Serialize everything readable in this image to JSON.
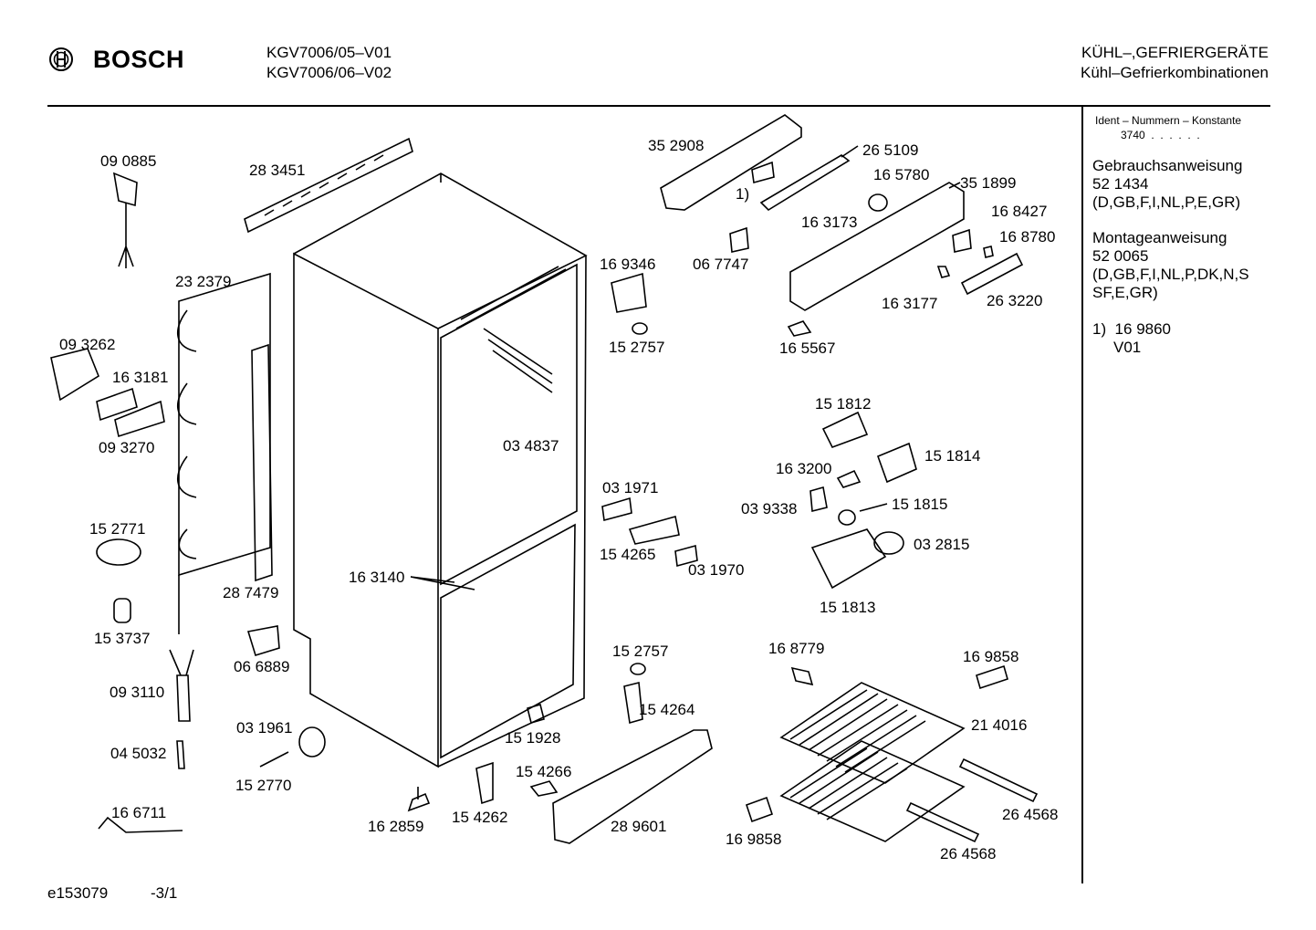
{
  "header": {
    "brand": "BOSCH",
    "models": [
      "KGV7006/05–V01",
      "KGV7006/06–V02"
    ],
    "category": [
      "KÜHL–,GEFRIERGERÄTE",
      "Kühl–Gefrierkombinationen"
    ]
  },
  "sidebar": {
    "ident_title": "Ident – Nummern – Konstante",
    "ident_value": "3740  .  .  .  .  .  .",
    "gebrauch_title": "Gebrauchsanweisung",
    "gebrauch_number": "52 1434",
    "gebrauch_langs": "(D,GB,F,I,NL,P,E,GR)",
    "montage_title": "Montageanweisung",
    "montage_number": "52 0065",
    "montage_langs_1": "(D,GB,F,I,NL,P,DK,N,S",
    "montage_langs_2": "SF,E,GR)",
    "note_ref": "1)  16 9860",
    "note_version": "V01"
  },
  "parts": [
    "09 0885",
    "28 3451",
    "23 2379",
    "09 3262",
    "16 3181",
    "09 3270",
    "15 2771",
    "15 3737",
    "09 3110",
    "04 5032",
    "16 6711",
    "28 7479",
    "06 6889",
    "03 1961",
    "15 2770",
    "16 2859",
    "35 2908",
    "1)",
    "26 5109",
    "16 5780",
    "16 3173",
    "35 1899",
    "16 8427",
    "16 8780",
    "06 7747",
    "16 9346",
    "15 2757",
    "16 3177",
    "26 3220",
    "16 5567",
    "03 4837",
    "15 1812",
    "15 1814",
    "16 3200",
    "03 9338",
    "15 1815",
    "03 2815",
    "15 1813",
    "03 1971",
    "15 4265",
    "03 1970",
    "16 3140",
    "15 2757",
    "15 4264",
    "15 1928",
    "15 4266",
    "15 4262",
    "28 9601",
    "16 8779",
    "16 9858",
    "21 4016",
    "26 4568",
    "26 4568",
    "16 9858"
  ],
  "footer": {
    "doc_id": "e153079",
    "page": "-3/1"
  }
}
